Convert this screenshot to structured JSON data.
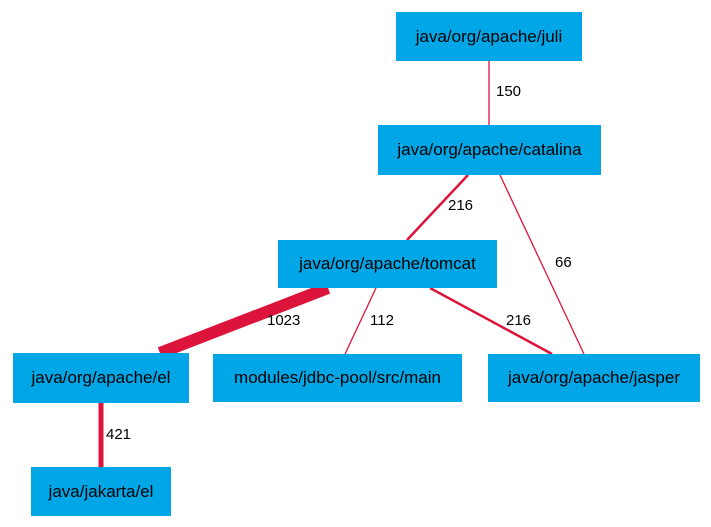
{
  "nodes": [
    {
      "id": "juli",
      "label": "java/org/apache/juli"
    },
    {
      "id": "catalina",
      "label": "java/org/apache/catalina"
    },
    {
      "id": "tomcat",
      "label": "java/org/apache/tomcat"
    },
    {
      "id": "el",
      "label": "java/org/apache/el"
    },
    {
      "id": "jdbc",
      "label": "modules/jdbc-pool/src/main"
    },
    {
      "id": "jasper",
      "label": "java/org/apache/jasper"
    },
    {
      "id": "jakarta",
      "label": "java/jakarta/el"
    }
  ],
  "edges": [
    {
      "from": "juli",
      "to": "catalina",
      "weight": 150,
      "label": "150"
    },
    {
      "from": "catalina",
      "to": "tomcat",
      "weight": 216,
      "label": "216"
    },
    {
      "from": "catalina",
      "to": "jasper",
      "weight": 66,
      "label": "66"
    },
    {
      "from": "tomcat",
      "to": "el",
      "weight": 1023,
      "label": "1023"
    },
    {
      "from": "tomcat",
      "to": "jdbc",
      "weight": 112,
      "label": "112"
    },
    {
      "from": "tomcat",
      "to": "jasper",
      "weight": 216,
      "label": "216"
    },
    {
      "from": "el",
      "to": "jakarta",
      "weight": 421,
      "label": "421"
    }
  ],
  "colors": {
    "node": "#00a6e6",
    "edge": "#dc143c",
    "text": "#000000"
  }
}
